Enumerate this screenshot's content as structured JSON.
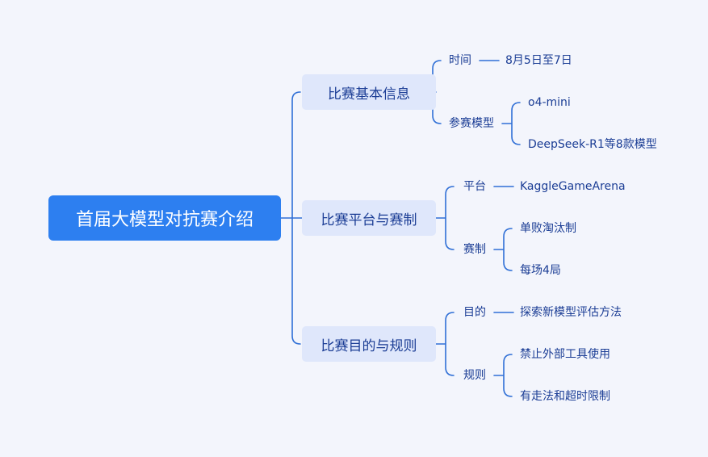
{
  "root": {
    "title": "首届大模型对抗赛介绍"
  },
  "branches": [
    {
      "label": "比赛基本信息",
      "children": [
        {
          "label": "时间",
          "children": [
            {
              "label": "8月5日至7日"
            }
          ]
        },
        {
          "label": "参赛模型",
          "children": [
            {
              "label": "o4-mini"
            },
            {
              "label": "DeepSeek-R1等8款模型"
            }
          ]
        }
      ]
    },
    {
      "label": "比赛平台与赛制",
      "children": [
        {
          "label": "平台",
          "children": [
            {
              "label": "KaggleGameArena"
            }
          ]
        },
        {
          "label": "赛制",
          "children": [
            {
              "label": "单败淘汰制"
            },
            {
              "label": "每场4局"
            }
          ]
        }
      ]
    },
    {
      "label": "比赛目的与规则",
      "children": [
        {
          "label": "目的",
          "children": [
            {
              "label": "探索新模型评估方法"
            }
          ]
        },
        {
          "label": "规则",
          "children": [
            {
              "label": "禁止外部工具使用"
            },
            {
              "label": "有走法和超时限制"
            }
          ]
        }
      ]
    }
  ]
}
